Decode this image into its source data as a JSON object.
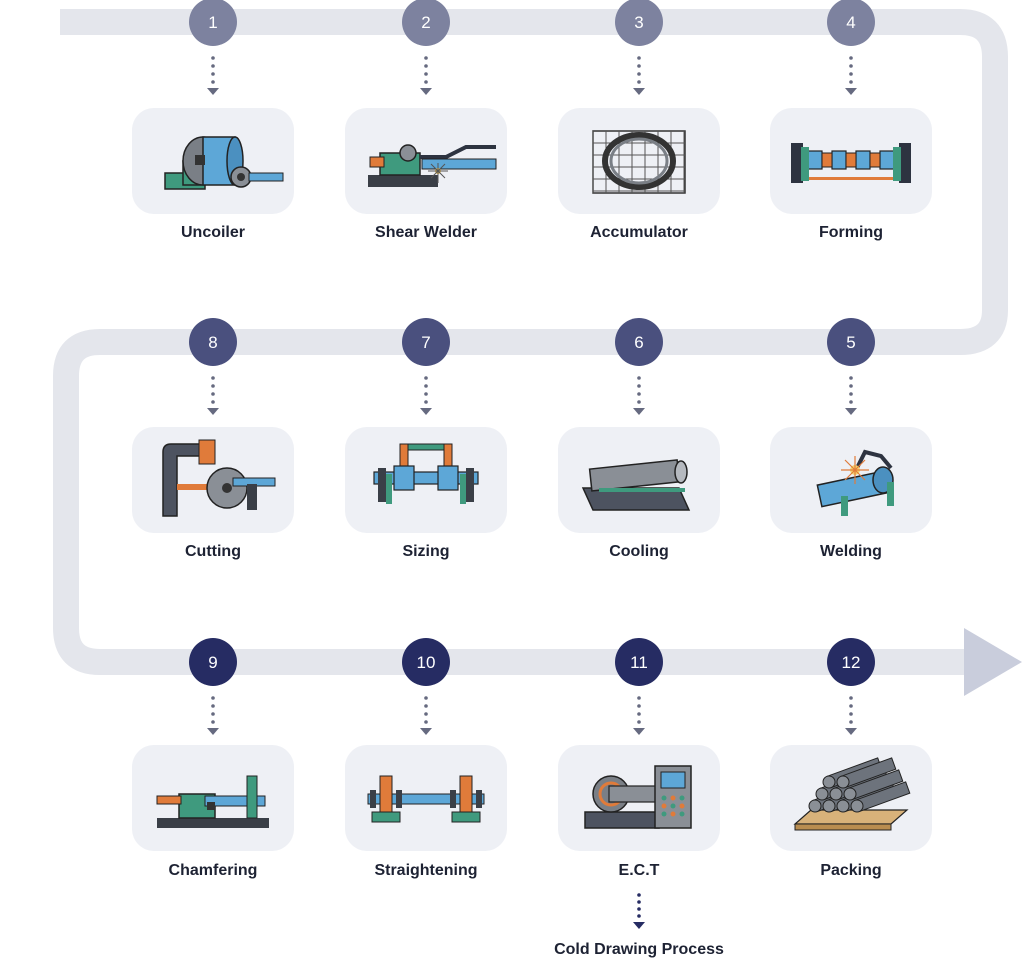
{
  "colors": {
    "path_light": "#e9ebf1",
    "path_dark": "#cfd3e0",
    "circle_light": "#7d829f",
    "circle_mid": "#4a507e",
    "circle_dark": "#262c63",
    "box_fill": "#eef0f5",
    "dot": "#666a80"
  },
  "steps": [
    {
      "number": "1",
      "label": "Uncoiler",
      "icon": "uncoiler-icon"
    },
    {
      "number": "2",
      "label": "Shear Welder",
      "icon": "shear-welder-icon"
    },
    {
      "number": "3",
      "label": "Accumulator",
      "icon": "accumulator-icon"
    },
    {
      "number": "4",
      "label": "Forming",
      "icon": "forming-icon"
    },
    {
      "number": "5",
      "label": "Welding",
      "icon": "welding-icon"
    },
    {
      "number": "6",
      "label": "Cooling",
      "icon": "cooling-icon"
    },
    {
      "number": "7",
      "label": "Sizing",
      "icon": "sizing-icon"
    },
    {
      "number": "8",
      "label": "Cutting",
      "icon": "cutting-icon"
    },
    {
      "number": "9",
      "label": "Chamfering",
      "icon": "chamfering-icon"
    },
    {
      "number": "10",
      "label": "Straightening",
      "icon": "straightening-icon"
    },
    {
      "number": "11",
      "label": "E.C.T",
      "icon": "ect-icon"
    },
    {
      "number": "12",
      "label": "Packing",
      "icon": "packing-icon"
    }
  ],
  "extra": {
    "label": "Cold Drawing Process"
  }
}
